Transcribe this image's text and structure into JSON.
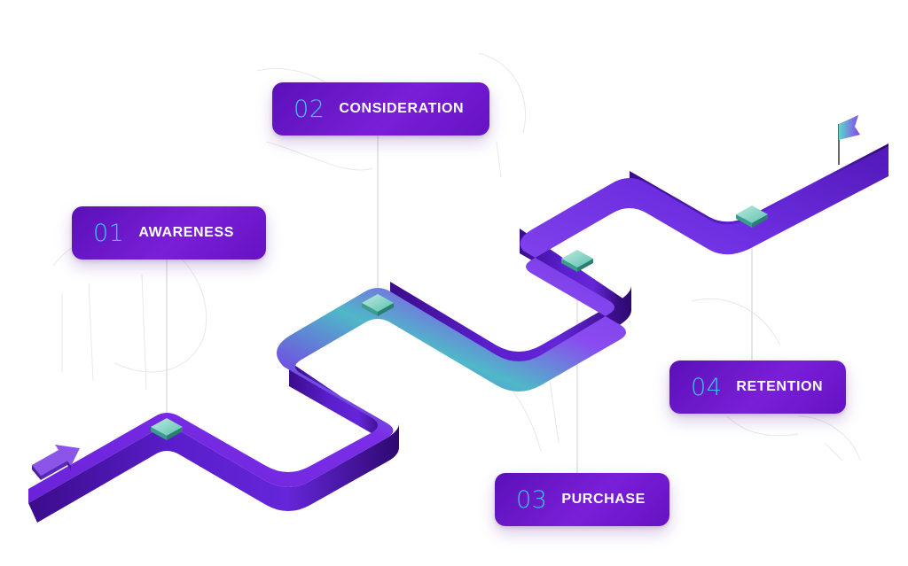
{
  "stages": [
    {
      "number": "01",
      "label": "AWARENESS"
    },
    {
      "number": "02",
      "label": "CONSIDERATION"
    },
    {
      "number": "03",
      "label": "PURCHASE"
    },
    {
      "number": "04",
      "label": "RETENTION"
    }
  ],
  "colors": {
    "card": "#6a16cc",
    "number": "#3fc3f0",
    "road_top": "#7a2ee6",
    "road_side": "#4a12a6",
    "accent": "#43d6b2"
  },
  "icons": [
    "start-arrow-icon",
    "finish-flag-icon",
    "milestone-marker-icon"
  ]
}
